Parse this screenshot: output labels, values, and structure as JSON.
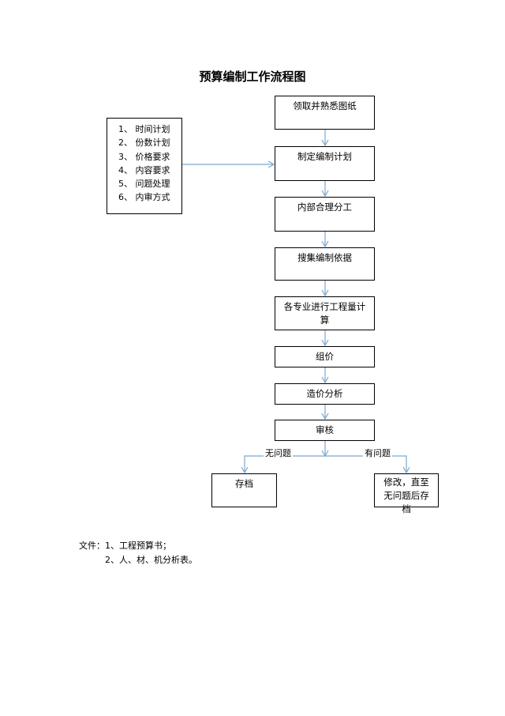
{
  "title": "预算编制工作流程图",
  "requirements": [
    "1、 时间计划",
    "2、 份数计划",
    "3、 价格要求",
    "4、 内容要求",
    "5、 问题处理",
    "6、 内审方式"
  ],
  "steps": {
    "s1": "领取并熟悉图纸",
    "s2": "制定编制计划",
    "s3": "内部合理分工",
    "s4": "搜集编制依据",
    "s5": "各专业进行工程量计算",
    "s6": "组价",
    "s7": "造价分析",
    "s8": "审核"
  },
  "branches": {
    "no_issue_label": "无问题",
    "has_issue_label": "有问题",
    "archive": "存档",
    "revise": "修改，直至无问题后存档"
  },
  "files": {
    "line1": "文件：1、工程预算书；",
    "line2": "2、人、材、机分析表。"
  },
  "colors": {
    "connector": "#7ba7cf",
    "border": "#000000"
  }
}
